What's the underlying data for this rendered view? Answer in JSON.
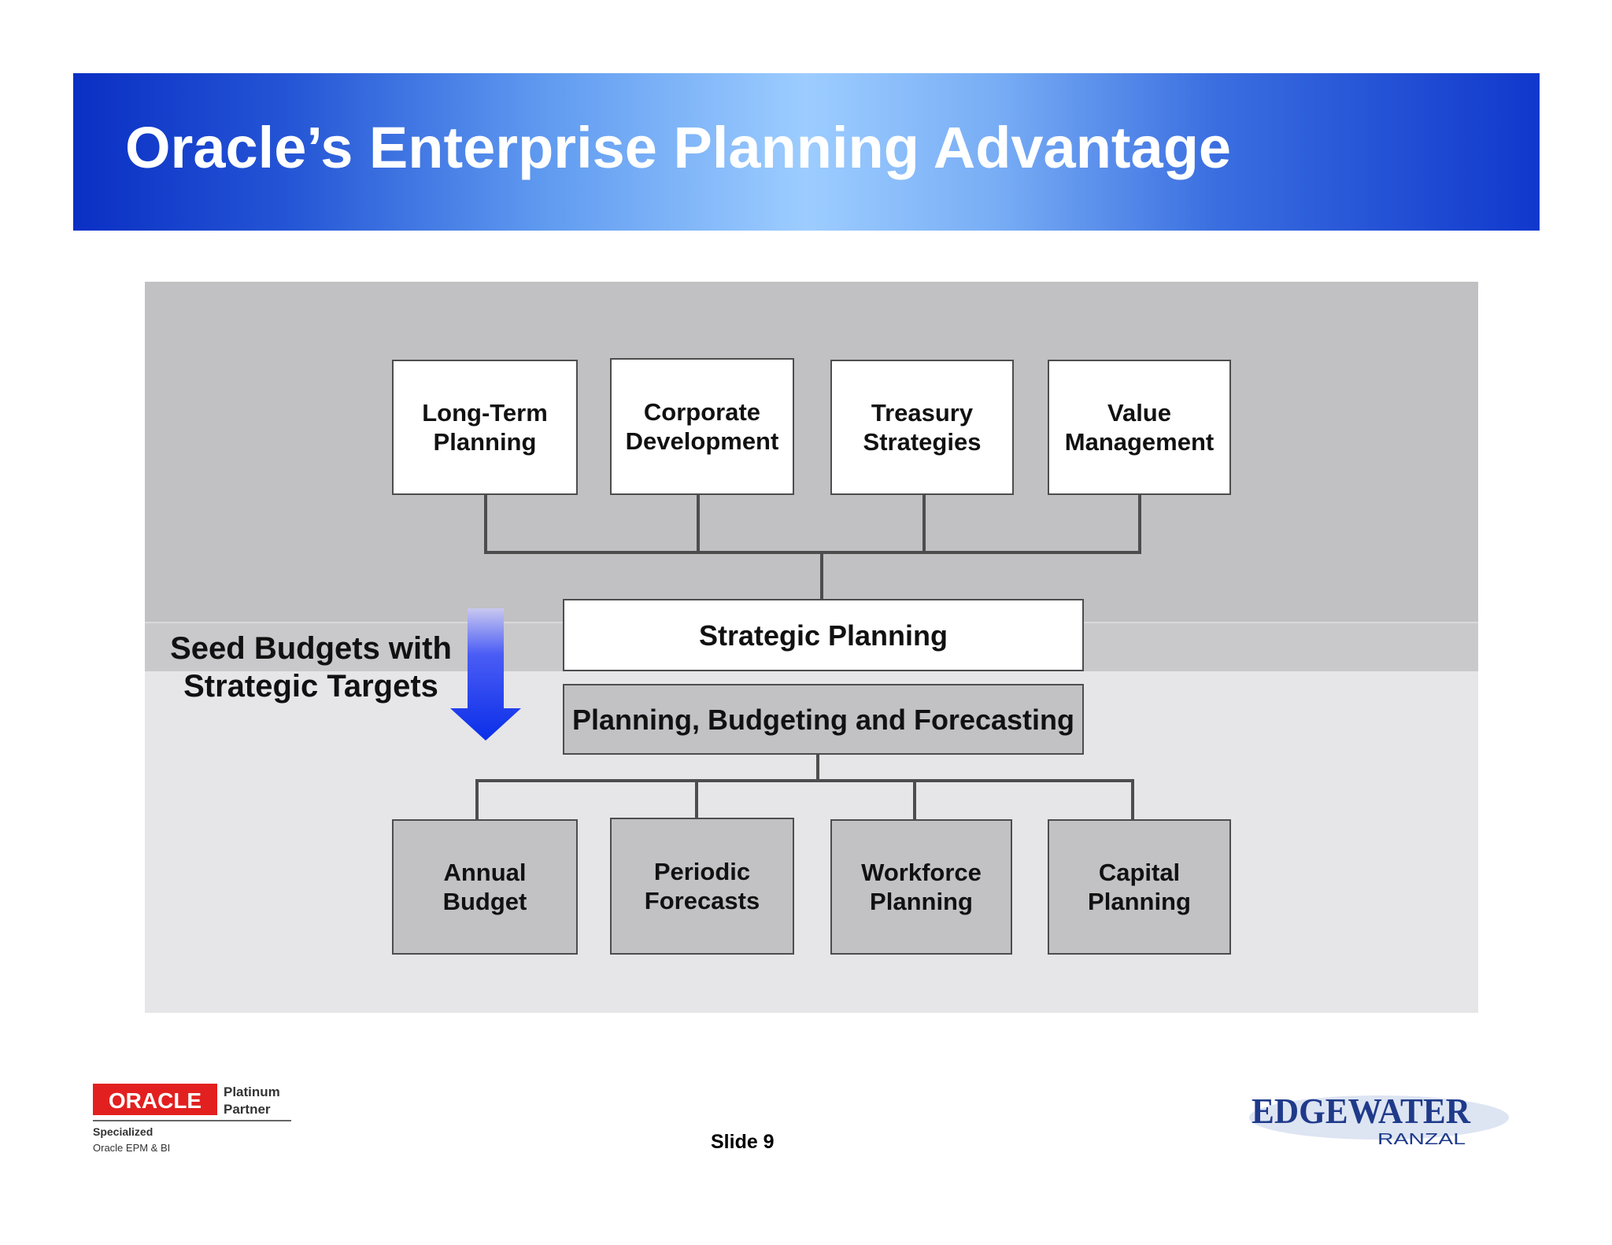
{
  "header": {
    "title": "Oracle’s Enterprise Planning Advantage"
  },
  "diagram": {
    "top_boxes": [
      "Long-Term\nPlanning",
      "Corporate\nDevelopment",
      "Treasury\nStrategies",
      "Value\nManagement"
    ],
    "strategic_planning": "Strategic Planning",
    "pbf": "Planning, Budgeting and Forecasting",
    "bottom_boxes": [
      "Annual\nBudget",
      "Periodic\nForecasts",
      "Workforce\nPlanning",
      "Capital\nPlanning"
    ],
    "seed_label": "Seed Budgets  with\nStrategic Targets"
  },
  "footer": {
    "oracle_word": "ORACLE",
    "platinum": "Platinum",
    "partner": "Partner",
    "specialized": "Specialized",
    "oracle_epm": "Oracle  EPM & BI",
    "slide_number": "Slide 9",
    "edgewater_word": "EDGEWATER",
    "ranzal_word": "RANZAL"
  },
  "colors": {
    "header_dark": "#0a2fc4",
    "header_light": "#9dcdff",
    "arrow_blue": "#1030f0",
    "oracle_red": "#e2201f",
    "edgewater_navy": "#1f3a8a"
  }
}
